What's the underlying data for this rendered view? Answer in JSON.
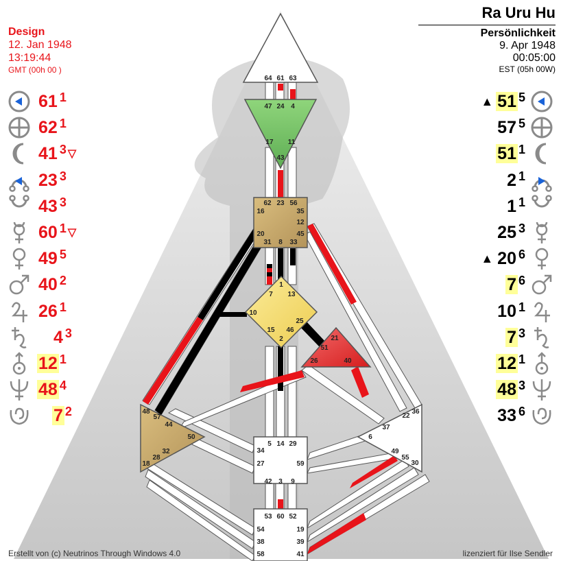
{
  "design": {
    "title": "Design",
    "date": "12. Jan 1948",
    "time": "13:19:44",
    "tz": "GMT (00h 00 )",
    "planets": [
      {
        "planet": "sun-icon",
        "gate": "61",
        "line": "1",
        "mark": "",
        "highlight": false
      },
      {
        "planet": "earth-icon",
        "gate": "62",
        "line": "1",
        "mark": "",
        "highlight": false
      },
      {
        "planet": "moon-icon",
        "gate": "41",
        "line": "3",
        "mark": "▽",
        "highlight": false
      },
      {
        "planet": "north-node-icon",
        "gate": "23",
        "line": "3",
        "mark": "",
        "highlight": false
      },
      {
        "planet": "south-node-icon",
        "gate": "43",
        "line": "3",
        "mark": "",
        "highlight": false
      },
      {
        "planet": "mercury-icon",
        "gate": "60",
        "line": "1",
        "mark": "▽",
        "highlight": false
      },
      {
        "planet": "venus-icon",
        "gate": "49",
        "line": "5",
        "mark": "",
        "highlight": false
      },
      {
        "planet": "mars-icon",
        "gate": "40",
        "line": "2",
        "mark": "",
        "highlight": false
      },
      {
        "planet": "jupiter-icon",
        "gate": "26",
        "line": "1",
        "mark": "",
        "highlight": false
      },
      {
        "planet": "saturn-icon",
        "gate": "4",
        "line": "3",
        "mark": "",
        "highlight": false
      },
      {
        "planet": "uranus-icon",
        "gate": "12",
        "line": "1",
        "mark": "",
        "highlight": true
      },
      {
        "planet": "neptune-icon",
        "gate": "48",
        "line": "4",
        "mark": "",
        "highlight": true
      },
      {
        "planet": "pluto-icon",
        "gate": "7",
        "line": "2",
        "mark": "",
        "highlight": true
      }
    ]
  },
  "personality": {
    "name": "Ra Uru Hu",
    "title": "Persönlichkeit",
    "date": "9. Apr 1948",
    "time": "00:05:00",
    "tz": "EST (05h 00W)",
    "planets": [
      {
        "planet": "sun-icon",
        "gate": "51",
        "line": "5",
        "mark": "▲",
        "highlight": true
      },
      {
        "planet": "earth-icon",
        "gate": "57",
        "line": "5",
        "mark": "",
        "highlight": false
      },
      {
        "planet": "moon-icon",
        "gate": "51",
        "line": "1",
        "mark": "",
        "highlight": true
      },
      {
        "planet": "north-node-icon",
        "gate": "2",
        "line": "1",
        "mark": "",
        "highlight": false
      },
      {
        "planet": "south-node-icon",
        "gate": "1",
        "line": "1",
        "mark": "",
        "highlight": false
      },
      {
        "planet": "mercury-icon",
        "gate": "25",
        "line": "3",
        "mark": "",
        "highlight": false
      },
      {
        "planet": "venus-icon",
        "gate": "20",
        "line": "6",
        "mark": "▲",
        "highlight": false
      },
      {
        "planet": "mars-icon",
        "gate": "7",
        "line": "6",
        "mark": "",
        "highlight": true
      },
      {
        "planet": "jupiter-icon",
        "gate": "10",
        "line": "1",
        "mark": "",
        "highlight": false
      },
      {
        "planet": "saturn-icon",
        "gate": "7",
        "line": "3",
        "mark": "",
        "highlight": true
      },
      {
        "planet": "uranus-icon",
        "gate": "12",
        "line": "1",
        "mark": "",
        "highlight": true
      },
      {
        "planet": "neptune-icon",
        "gate": "48",
        "line": "3",
        "mark": "",
        "highlight": true
      },
      {
        "planet": "pluto-icon",
        "gate": "33",
        "line": "6",
        "mark": "",
        "highlight": false
      }
    ]
  },
  "colors": {
    "design_red": "#e8141a",
    "personality_black": "#000000",
    "highlight": "#ffff99",
    "icon_gray": "#8a8a8a",
    "icon_blue": "#1a63d8",
    "head_green": "#7cc86b",
    "center_tan": "#c8aa6a",
    "g_yellow": "#f5dc6e",
    "ego_red": "#e83a3a"
  },
  "gates": {
    "head": [
      "64",
      "61",
      "63"
    ],
    "ajna": [
      "47",
      "24",
      "4",
      "17",
      "11",
      "43"
    ],
    "throat": [
      "62",
      "23",
      "56",
      "16",
      "35",
      "12",
      "20",
      "45",
      "31",
      "8",
      "33"
    ],
    "g": [
      "1",
      "7",
      "13",
      "10",
      "25",
      "15",
      "46",
      "2"
    ],
    "ego": [
      "21",
      "51",
      "26",
      "40"
    ],
    "spleen": [
      "48",
      "57",
      "44",
      "50",
      "32",
      "28",
      "18"
    ],
    "sacral": [
      "5",
      "14",
      "29",
      "34",
      "27",
      "59",
      "42",
      "3",
      "9"
    ],
    "root": [
      "53",
      "60",
      "52",
      "54",
      "19",
      "38",
      "39",
      "58",
      "41"
    ],
    "solar": [
      "36",
      "22",
      "37",
      "6",
      "49",
      "55",
      "30"
    ]
  },
  "footer": {
    "left": "Erstellt von (c) Neutrinos Through Windows 4.0",
    "right": "lizenziert für Ilse Sendler"
  }
}
